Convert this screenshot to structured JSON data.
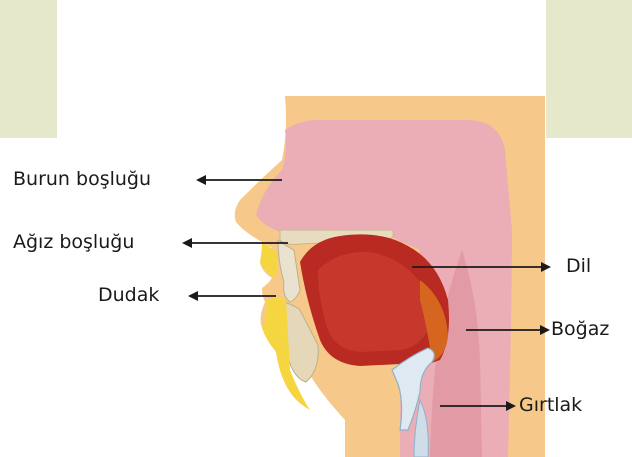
{
  "labels": {
    "nasal_cavity": "Burun boşluğu",
    "oral_cavity": "Ağız boşluğu",
    "lip": "Dudak",
    "tongue": "Dil",
    "throat": "Boğaz",
    "larynx": "Gırtlak"
  },
  "colors": {
    "panel": "#e6e8cc",
    "skin": "#f6c98a",
    "cavity_pink": "#ecaeb6",
    "tongue_red": "#b82a22",
    "bone": "#e7dcc0",
    "lip_yellow": "#f5d640",
    "arrow": "#1a1a1a"
  }
}
